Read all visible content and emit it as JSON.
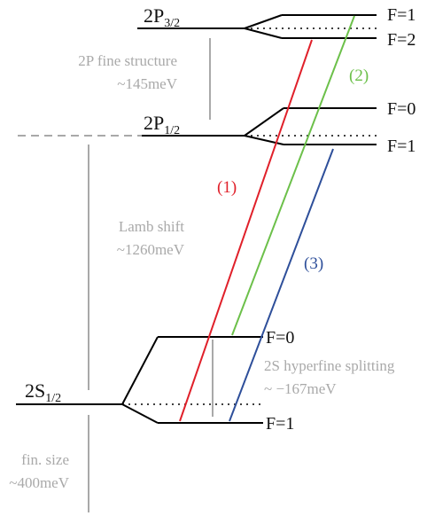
{
  "levels": {
    "p32": {
      "base": "2P",
      "sub": "3/2"
    },
    "p12": {
      "base": "2P",
      "sub": "1/2"
    },
    "s12": {
      "base": "2S",
      "sub": "1/2"
    },
    "p32_upper": "F=1",
    "p32_lower": "F=2",
    "p12_upper": "F=0",
    "p12_lower": "F=1",
    "s12_upper": "F=0",
    "s12_lower": "F=1"
  },
  "annotations": {
    "fine_structure": "2P fine structure",
    "fine_structure_value": "~145meV",
    "lamb_shift": "Lamb shift",
    "lamb_shift_value": "~1260meV",
    "hyperfine": "2S hyperfine splitting",
    "hyperfine_value": "~ −167meV",
    "fin_size": "fin. size",
    "fin_size_value": "~400meV"
  },
  "transitions": [
    {
      "label": "(1)",
      "color": "#e0202a"
    },
    {
      "label": "(2)",
      "color": "#6cc04a"
    },
    {
      "label": "(3)",
      "color": "#2e4f9a"
    }
  ],
  "colors": {
    "levels": "#000000",
    "annotation": "#a9a9a9"
  }
}
